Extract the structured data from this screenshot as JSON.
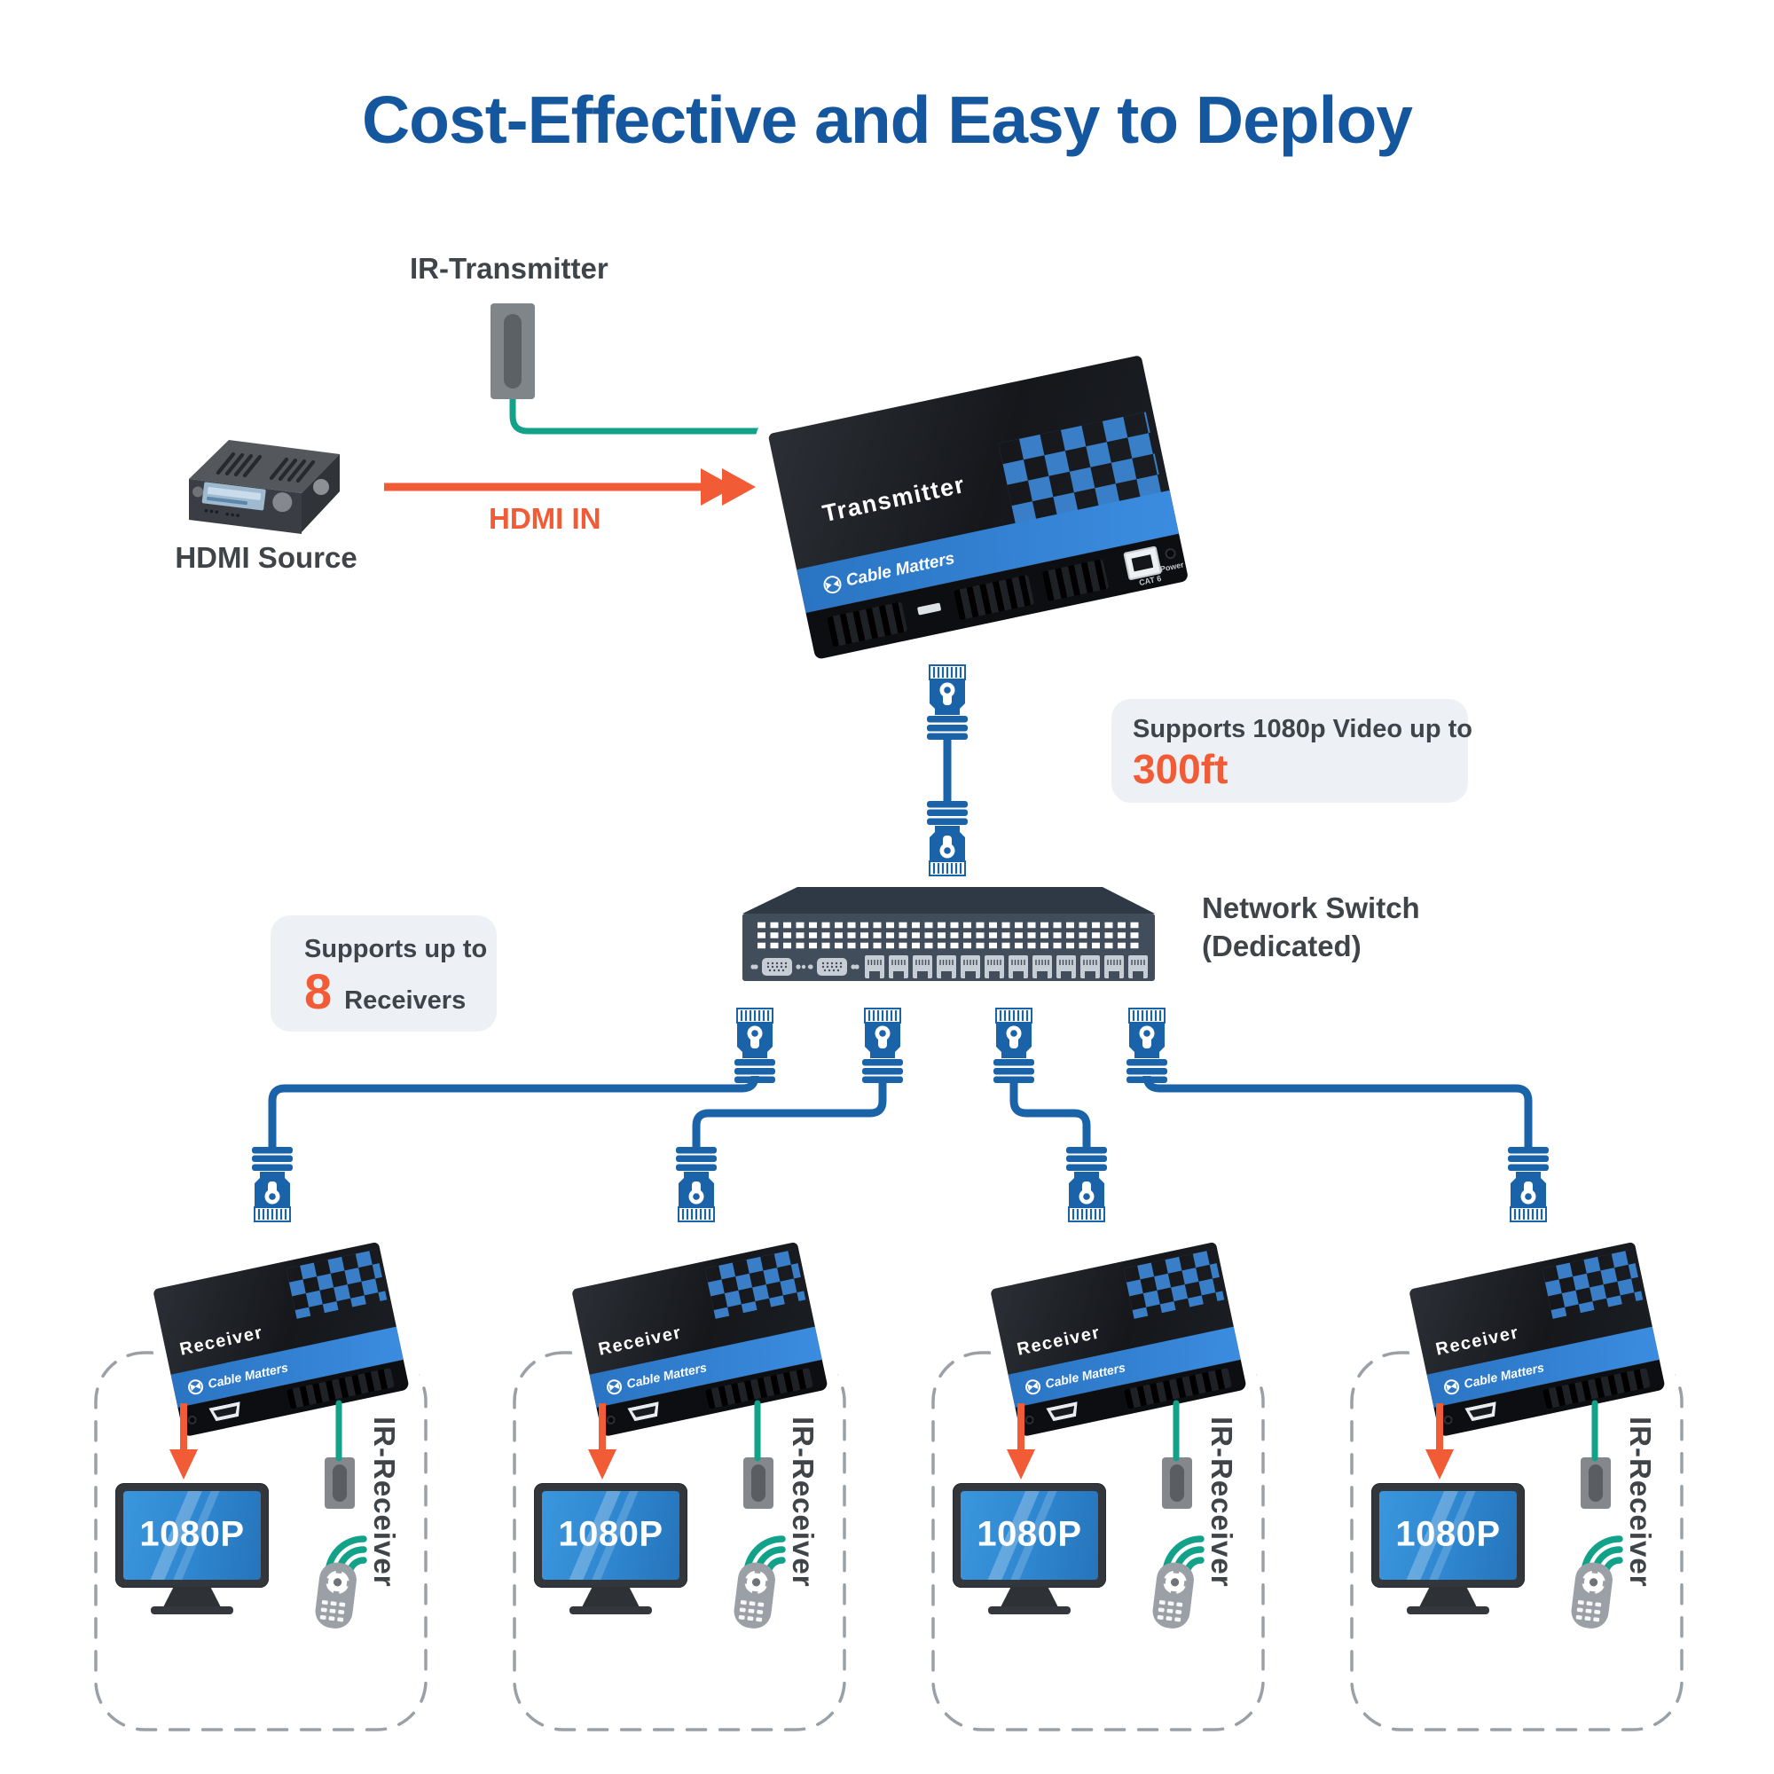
{
  "title": "Cost-Effective and Easy to Deploy",
  "source": {
    "ir_transmitter_label": "IR-Transmitter",
    "hdmi_source_label": "HDMI Source",
    "hdmi_in_label": "HDMI IN"
  },
  "transmitter": {
    "device_label": "Transmitter",
    "brand": "Cable Matters",
    "port_label": "CAT 6",
    "power_label": "Power"
  },
  "callouts": {
    "video": {
      "line1": "Supports 1080p Video up to",
      "value": "300ft"
    },
    "receivers": {
      "line1": "Supports up to",
      "value": "8",
      "line2": "Receivers"
    }
  },
  "switch": {
    "label_line1": "Network Switch",
    "label_line2": "(Dedicated)"
  },
  "receivers": [
    {
      "device_label": "Receiver",
      "brand": "Cable Matters",
      "monitor_label": "1080P",
      "ir_label": "IR-Receiver"
    },
    {
      "device_label": "Receiver",
      "brand": "Cable Matters",
      "monitor_label": "1080P",
      "ir_label": "IR-Receiver"
    },
    {
      "device_label": "Receiver",
      "brand": "Cable Matters",
      "monitor_label": "1080P",
      "ir_label": "IR-Receiver"
    },
    {
      "device_label": "Receiver",
      "brand": "Cable Matters",
      "monitor_label": "1080P",
      "ir_label": "IR-Receiver"
    }
  ],
  "icons": {
    "ethernet_plug": "rj45-plug-icon",
    "ethernet_port": "rj45-port-icon",
    "vga_port": "vga-port-icon",
    "ir_signal": "ir-waves-icon",
    "remote": "remote-control-icon",
    "arrow": "arrow-icon"
  },
  "colors": {
    "title_blue": "#15579f",
    "orange": "#f15b35",
    "teal": "#12a189",
    "cable_blue": "#1a63a8",
    "stripe_blue": "#2d7dce",
    "switch_body": "#414d5b",
    "callout_bg": "#edf1f6",
    "text_dark": "#3f4449"
  }
}
